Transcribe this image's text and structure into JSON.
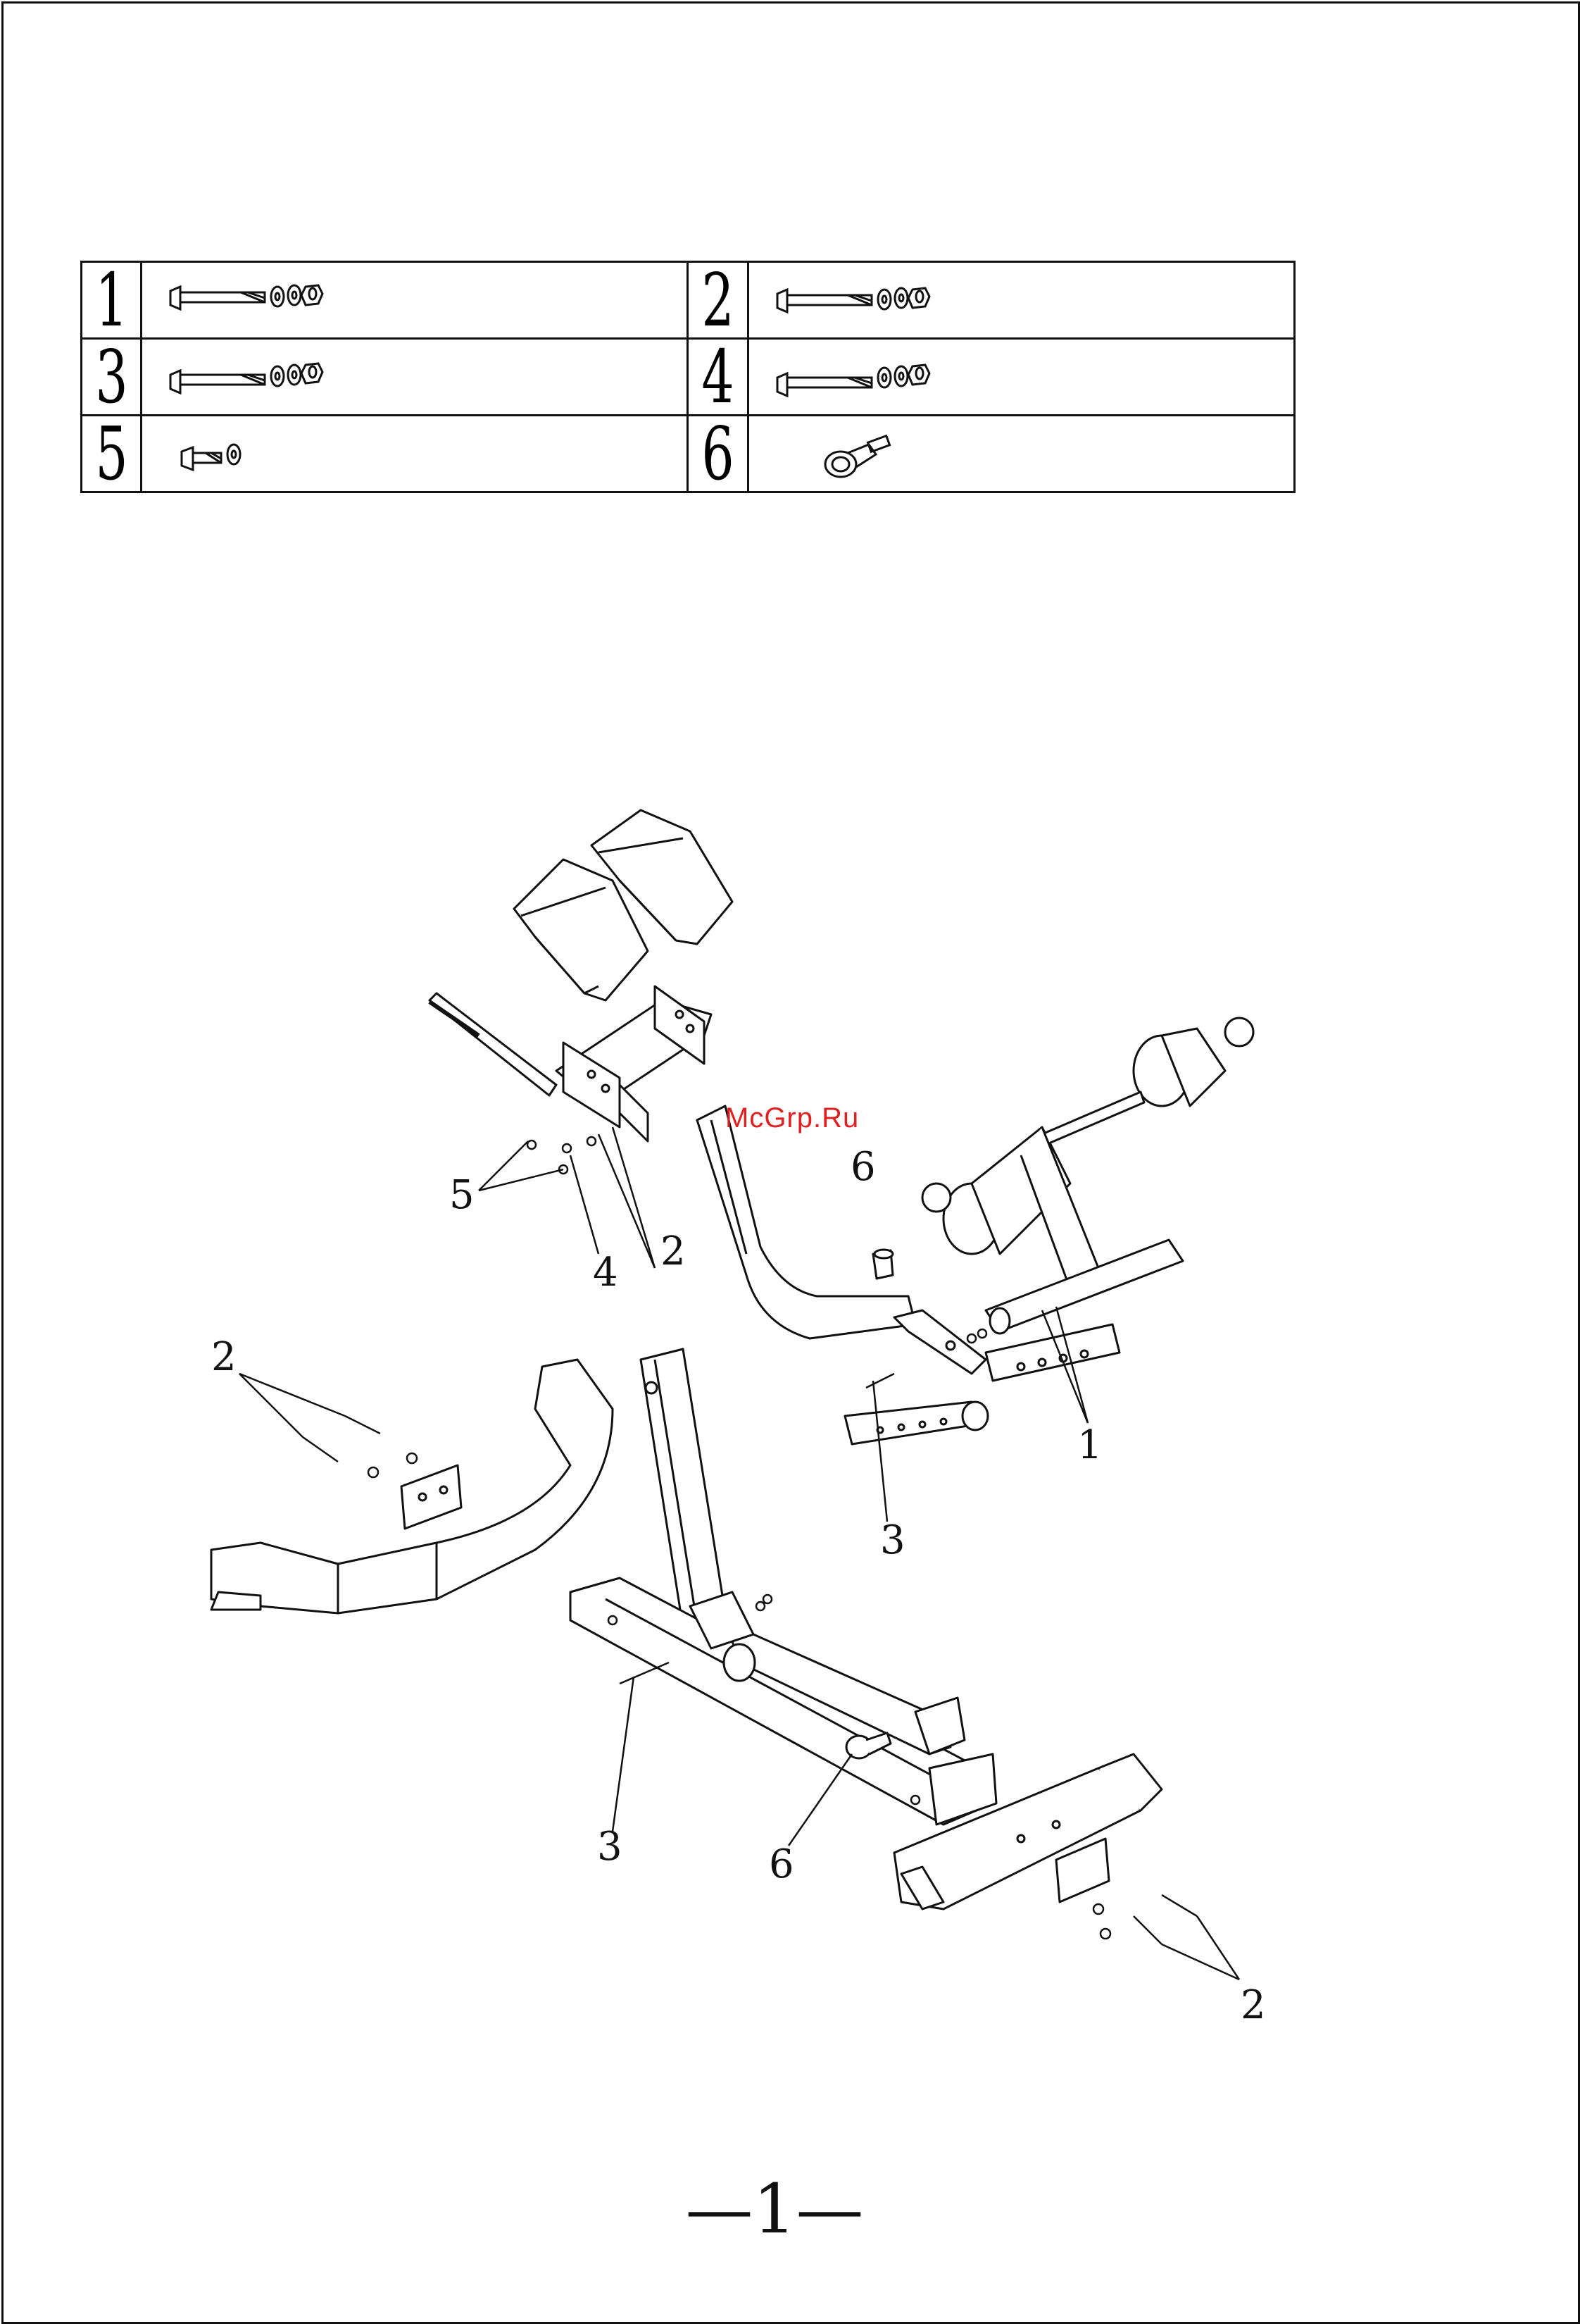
{
  "parts": [
    {
      "num": "1",
      "type": "long-bolt-set"
    },
    {
      "num": "2",
      "type": "long-bolt-set"
    },
    {
      "num": "3",
      "type": "long-bolt-set"
    },
    {
      "num": "4",
      "type": "long-bolt-set"
    },
    {
      "num": "5",
      "type": "short-bolt-set"
    },
    {
      "num": "6",
      "type": "knob"
    }
  ],
  "callouts": {
    "c1": "1",
    "c2a": "2",
    "c2b": "2",
    "c2c": "2",
    "c3a": "3",
    "c3b": "3",
    "c4": "4",
    "c5": "5",
    "c6a": "6",
    "c6b": "6"
  },
  "watermark": "McGrp.Ru",
  "page_number": "—1—"
}
